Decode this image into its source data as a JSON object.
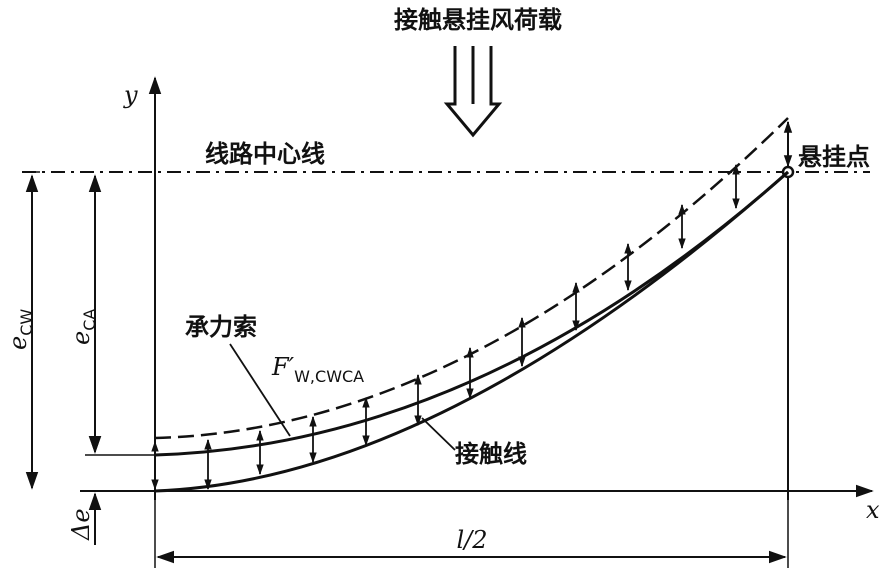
{
  "title": "接触悬挂风荷载",
  "labels": {
    "center_line": "线路中心线",
    "support_point": "悬挂点",
    "catenary": "承力索",
    "contact_wire": "接触线",
    "force_main": "F′",
    "force_sub": "W,CWCA",
    "e_cw_main": "e",
    "e_cw_sub": "CW",
    "e_ca_main": "e",
    "e_ca_sub": "CA",
    "delta_e": "Δe",
    "half_span": "l/2",
    "axis_x": "x",
    "axis_y": "y"
  },
  "colors": {
    "ink": "#111111"
  }
}
